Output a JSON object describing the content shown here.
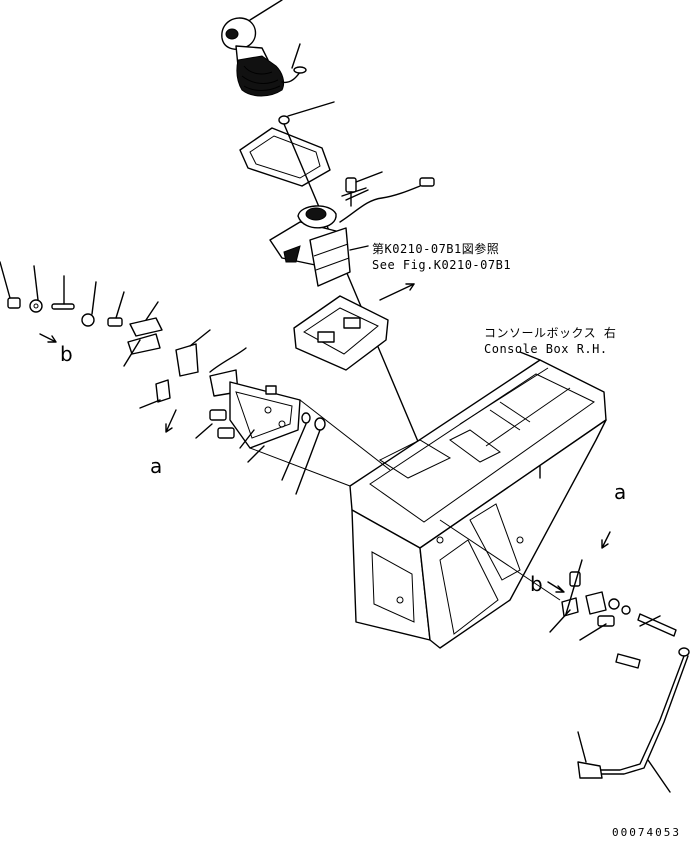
{
  "callouts": {
    "ref_ja": "第K0210-07B1図参照",
    "ref_en": "See Fig.K0210-07B1",
    "console_ja": "コンソールボックス 右",
    "console_en": "Console Box R.H."
  },
  "view_markers": {
    "a_left": "a",
    "b_left": "b",
    "a_right": "a",
    "b_right": "b"
  },
  "figure_code": "00074053"
}
